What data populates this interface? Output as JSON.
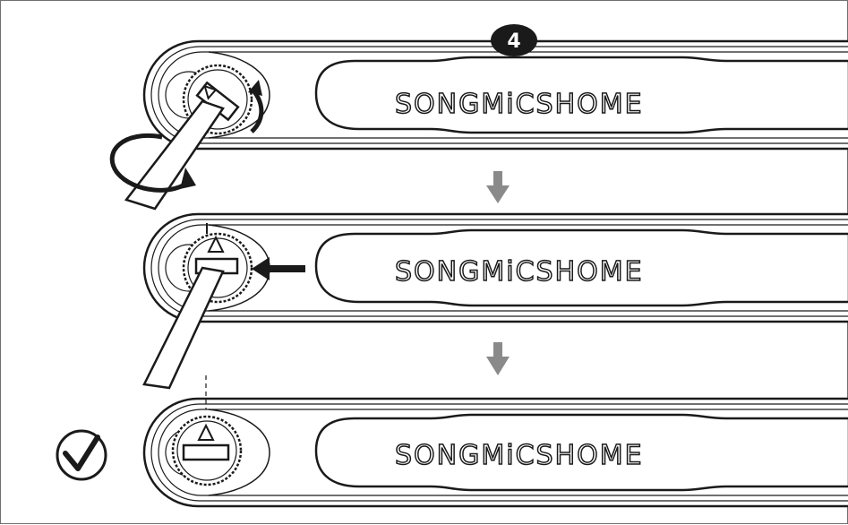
{
  "step": {
    "number": "4"
  },
  "panels": [
    {
      "brand_prefix": "SONGM",
      "brand_i": "i",
      "brand_suffix": "CSHOME"
    },
    {
      "brand_prefix": "SONGM",
      "brand_i": "i",
      "brand_suffix": "CSHOME"
    },
    {
      "brand_prefix": "SONGM",
      "brand_i": "i",
      "brand_suffix": "CSHOME"
    }
  ],
  "colors": {
    "line": "#1a1a1a",
    "arrow_grey": "#8a8a8a",
    "badge": "#1a1a1a"
  },
  "icons": {
    "rotate": "rotate-arrow-icon",
    "push": "push-arrow-icon",
    "down": "down-arrow-icon",
    "check": "check-circle-icon"
  }
}
